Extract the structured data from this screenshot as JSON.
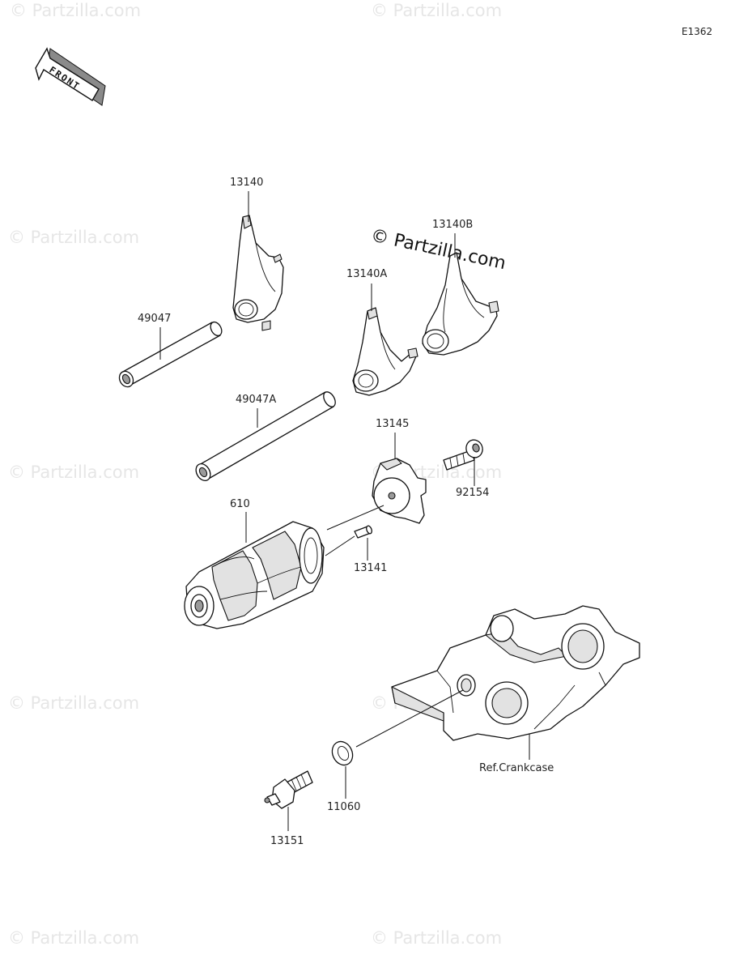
{
  "diagram": {
    "code": "E1362",
    "front_label": "FRONT",
    "watermark": "© Partzilla.com",
    "center_watermark": "© Partzilla.com",
    "reference": "Ref.Crankcase",
    "parts": [
      {
        "id": "13140",
        "label": "13140"
      },
      {
        "id": "13140B",
        "label": "13140B"
      },
      {
        "id": "13140A",
        "label": "13140A"
      },
      {
        "id": "49047",
        "label": "49047"
      },
      {
        "id": "49047A",
        "label": "49047A"
      },
      {
        "id": "13145",
        "label": "13145"
      },
      {
        "id": "92154",
        "label": "92154"
      },
      {
        "id": "13141",
        "label": "13141"
      },
      {
        "id": "610",
        "label": "610"
      },
      {
        "id": "11060",
        "label": "11060"
      },
      {
        "id": "13151",
        "label": "13151"
      }
    ]
  }
}
